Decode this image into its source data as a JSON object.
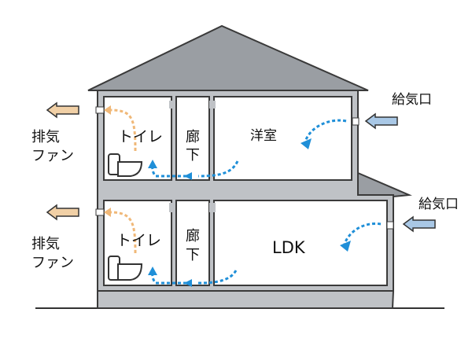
{
  "floors": {
    "upper": {
      "toilet": "トイレ",
      "corridor_top": "廊",
      "corridor_bottom": "下",
      "room": "洋室",
      "exhaust_line1": "排気",
      "exhaust_line2": "ファン",
      "supply": "給気口"
    },
    "lower": {
      "toilet": "トイレ",
      "corridor_top": "廊",
      "corridor_bottom": "下",
      "room": "LDK",
      "exhaust_line1": "排気",
      "exhaust_line2": "ファン",
      "supply": "給気口"
    }
  },
  "colors": {
    "wall": "#bfc2c6",
    "wall_stroke": "#3a3a3a",
    "roof": "#9a9ea3",
    "interior": "#ffffff",
    "supply_air": "#1f8fd8",
    "exhaust_air": "#f0b878",
    "supply_arrow": "#a9c8e6",
    "exhaust_arrow": "#f1d0a6"
  },
  "icons": {
    "toilet": "toilet-icon",
    "supply_arrow": "arrow-left-icon",
    "exhaust_arrow": "arrow-left-icon"
  }
}
